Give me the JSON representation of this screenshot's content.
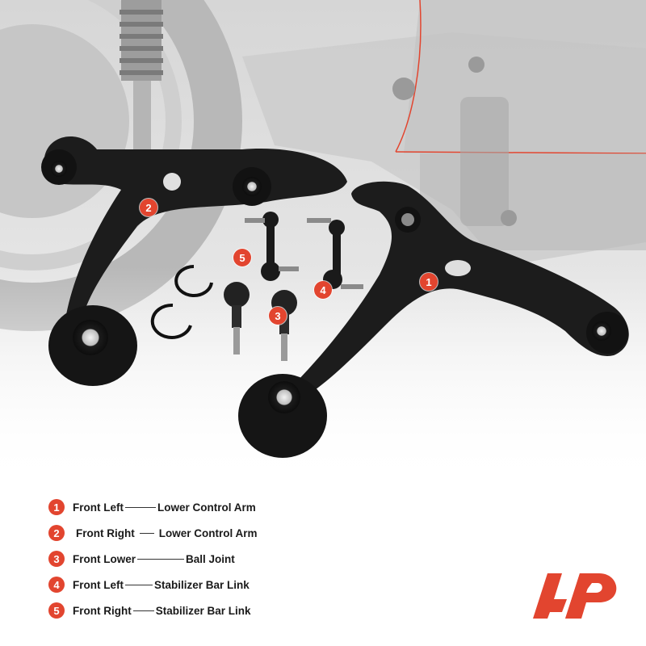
{
  "colors": {
    "accent": "#e2452f",
    "text": "#1a1a1a"
  },
  "callouts": [
    {
      "num": "1"
    },
    {
      "num": "2"
    },
    {
      "num": "3"
    },
    {
      "num": "4"
    },
    {
      "num": "5"
    }
  ],
  "legend": [
    {
      "num": "1",
      "position": "Front Left",
      "part": "Lower Control Arm"
    },
    {
      "num": "2",
      "position": "Front Right",
      "part": "Lower Control Arm"
    },
    {
      "num": "3",
      "position": "Front Lower",
      "part": "Ball Joint"
    },
    {
      "num": "4",
      "position": "Front Left",
      "part": "Stabilizer Bar Link"
    },
    {
      "num": "5",
      "position": "Front Right",
      "part": "Stabilizer Bar Link"
    }
  ],
  "brand": {
    "logo_icon": "ap-logo-icon"
  }
}
